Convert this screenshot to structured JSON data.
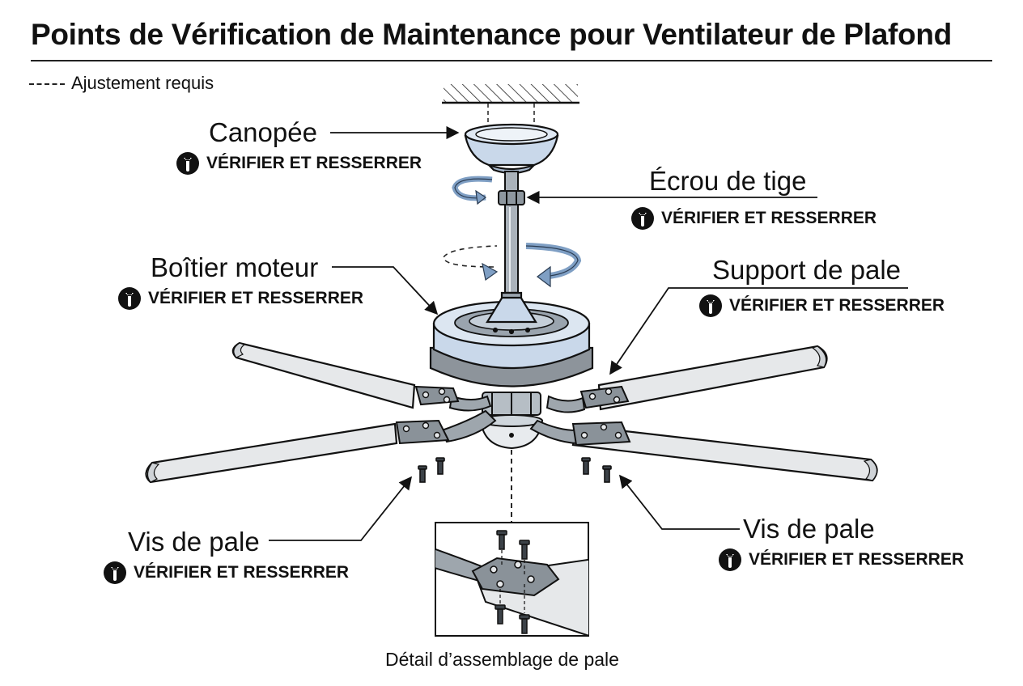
{
  "title": "Points de Vérification de Maintenance pour Ventilateur de Plafond",
  "legend": {
    "symbol": "----",
    "label": "Ajustement requis"
  },
  "callouts": [
    {
      "id": "canopy",
      "name": "Canopée",
      "action": "VÉRIFIER ET RESSERRER",
      "icon": "wrench-icon"
    },
    {
      "id": "downrod-nut",
      "name": "Écrou de tige",
      "action": "VÉRIFIER ET RESSERRER",
      "icon": "wrench-icon"
    },
    {
      "id": "motor-housing",
      "name": "Boîtier moteur",
      "action": "VÉRIFIER ET RESSERRER",
      "icon": "wrench-icon"
    },
    {
      "id": "blade-bracket",
      "name": "Support de pale",
      "action": "VÉRIFIER ET RESSERRER",
      "icon": "wrench-icon"
    },
    {
      "id": "blade-screws-left",
      "name": "Vis de pale",
      "action": "VÉRIFIER ET RESSERRER",
      "icon": "wrench-icon"
    },
    {
      "id": "blade-screws-right",
      "name": "Vis de pale",
      "action": "VÉRIFIER ET RESSERRER",
      "icon": "wrench-icon"
    }
  ],
  "detail_caption": "Détail d’assemblage de pale",
  "colors": {
    "ink": "#111111",
    "housing": "#c9d8ea",
    "blade": "#e6e8ea",
    "metal": "#9ea6ad",
    "arrow": "#7f9fc4"
  }
}
